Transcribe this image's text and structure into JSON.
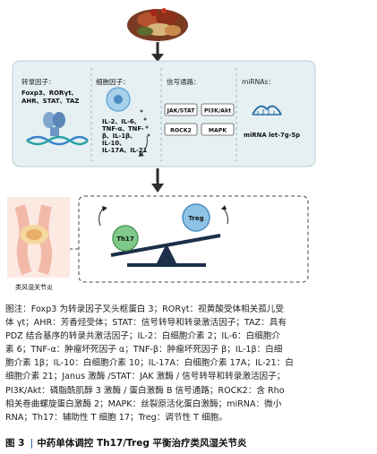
{
  "figure": {
    "panel_titles": {
      "tf": "转录因子：",
      "cytokine": "细胞因子：",
      "pathway": "信号通路：",
      "mirna": "miRNAs："
    },
    "tf_items": [
      "Foxp3、RORγt、",
      "AHR、STAT、TAZ"
    ],
    "cytokine_items": [
      "IL-2、IL-6、",
      "TNF-α、TNF-",
      "β、IL-1β、",
      "IL-10、",
      "IL-17A、IL-21"
    ],
    "pathways": [
      "JAK/STAT",
      "PI3K/Akt",
      "ROCK2",
      "MAPK"
    ],
    "mirna_item": "miRNA let-7g-5p",
    "th17_label": "Th17",
    "treg_label": "Treg",
    "joint_label": "类风湿关节炎"
  },
  "caption_lines": [
    "图注：Foxp3 为转录因子叉头框蛋白 3；RORγt：视黄酸受体相关孤儿受",
    "体 γt；AHR：芳香烃受体；STAT：信号转导和转录激活因子；TAZ：具有",
    "PDZ 结合基序的转录共激活因子；IL-2：白细胞介素 2；IL-6：白细胞介",
    "素 6；TNF-α：肿瘤坏死因子 α；TNF-β：肿瘤坏死因子 β；IL-1β：白细",
    "胞介素 1β；IL-10：白细胞介素 10；IL-17A：白细胞介素 17A；IL-21：白",
    "细胞介素 21；Janus 激酶 /STAT：JAK 激酶 / 信号转导和转录激活因子；",
    "PI3K/Akt：磷脂酰肌醇 3 激酶 / 蛋白激酶 B 信号通路；ROCK2：含 Rho",
    "相关卷曲螺旋蛋白激酶 2；MAPK：丝裂原活化蛋白激酶；miRNA：微小",
    "RNA；Th17：辅助性 T 细胞 17；Treg：调节性 T 细胞。"
  ],
  "title": {
    "number": "图 3",
    "text": "中药单体调控 Th17/Treg 平衡治疗类风湿关节炎"
  }
}
